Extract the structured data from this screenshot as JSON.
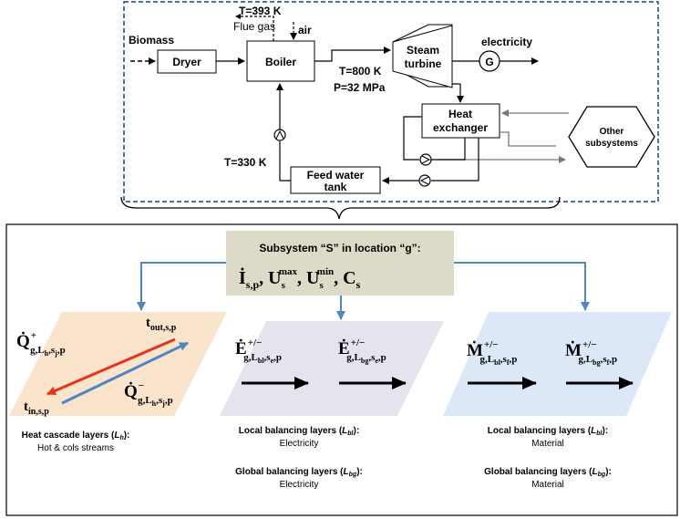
{
  "plant": {
    "flue_temp": "T=393 K",
    "flue_gas": "Flue gas",
    "air": "air",
    "biomass": "Biomass",
    "dryer": "Dryer",
    "boiler": "Boiler",
    "steam_turbine_line1": "Steam",
    "steam_turbine_line2": "turbine",
    "electricity": "electricity",
    "generator": "G",
    "steam_temp": "T=800 K",
    "steam_pressure": "P=32 MPa",
    "heat_exchanger_line1": "Heat",
    "heat_exchanger_line2": "exchanger",
    "other_subsystems_line1": "Other",
    "other_subsystems_line2": "subsystems",
    "feed_temp": "T=330 K",
    "feed_tank_line1": "Feed water",
    "feed_tank_line2": "tank"
  },
  "subsystem": {
    "title": "Subsystem  “S” in location “g”:",
    "formula_I": "İs,p, ",
    "formula_Umax": "Usmax, ",
    "formula_Umin": "Usmin, ",
    "formula_C": "Cs"
  },
  "heat_cascade": {
    "q_plus": "Q̇g,Lh,sj,p+",
    "q_minus": "Q̇g,Lh,sj,p−",
    "t_out": "tout,s,p",
    "t_in": "tin,s,p",
    "caption_line1": "Heat cascade layers (Lh):",
    "caption_line2": "Hot & cols streams"
  },
  "electricity_layers": {
    "e_local": "Ėg,Lbl,se,p+/−",
    "e_global": "Ėg,Lbg,se,p+/−",
    "local_caption": "Local balancing layers (Lbl):",
    "local_sub": "Electricity",
    "global_caption": "Global balancing layers (Lbg):",
    "global_sub": "Electricity"
  },
  "material_layers": {
    "m_local": "Ṁg,Lbl,sf,p+/−",
    "m_global": "Ṁg,Lbg,sf,p+/−",
    "local_caption": "Local balancing layers (Lbl):",
    "local_sub": "Material",
    "global_caption": "Global balancing layers (Lbg):",
    "global_sub": "Material"
  },
  "colors": {
    "dashed_border": "#1f3d7a",
    "subsystem_fill": "#dddac8",
    "heat_fill": "#fbe4cc",
    "elec_fill": "#e7e3ee",
    "material_fill": "#dce8f7",
    "blue_arrow": "#4f86c6",
    "red_arrow": "#e8331b"
  }
}
